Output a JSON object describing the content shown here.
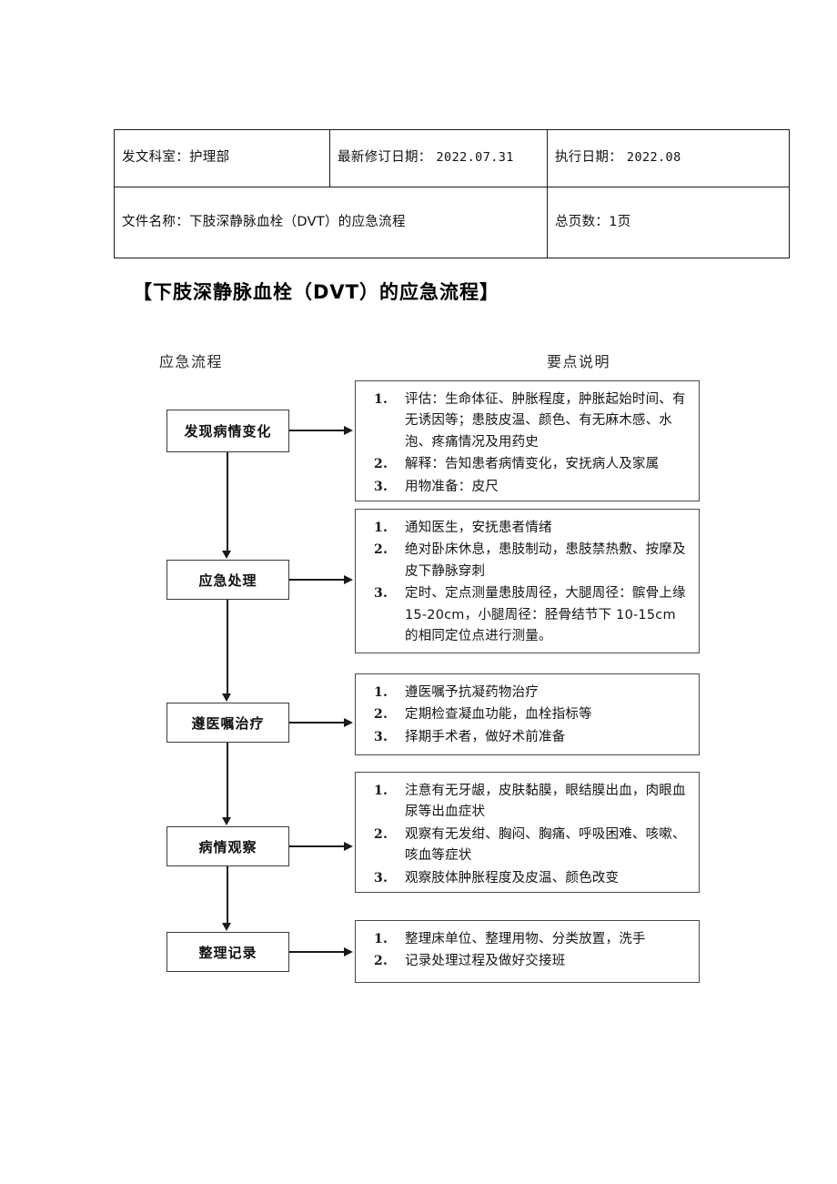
{
  "header_table": {
    "row1": {
      "dept": "发文科室：护理部",
      "revision_label": "最新修订日期：",
      "revision_date": "2022.07.31",
      "exec_label": "执行日期：",
      "exec_date": "2022.08"
    },
    "row2": {
      "file_name": "文件名称：下肢深静脉血栓（DVT）的应急流程",
      "total_pages": "总页数：1页"
    }
  },
  "title": "【下肢深静脉血栓（DVT）的应急流程】",
  "columns": {
    "flow_heading": "应急流程",
    "notes_heading": "要点说明"
  },
  "flow_steps": [
    {
      "label": "发现病情变化"
    },
    {
      "label": "应急处理"
    },
    {
      "label": "遵医嘱治疗"
    },
    {
      "label": "病情观察"
    },
    {
      "label": "整理记录"
    }
  ],
  "notes": [
    {
      "items": [
        "评估：生命体征、肿胀程度，肿胀起始时间、有无诱因等；患肢皮温、颜色、有无麻木感、水泡、疼痛情况及用药史",
        "解释：告知患者病情变化，安抚病人及家属",
        "用物准备：皮尺"
      ]
    },
    {
      "items": [
        "通知医生，安抚患者情绪",
        "绝对卧床休息，患肢制动，患肢禁热敷、按摩及皮下静脉穿刺",
        "定时、定点测量患肢周径，大腿周径：髌骨上缘 15-20cm，小腿周径：胫骨结节下 10-15cm 的相同定位点进行测量。"
      ]
    },
    {
      "items": [
        "遵医嘱予抗凝药物治疗",
        "定期检查凝血功能，血栓指标等",
        "择期手术者，做好术前准备"
      ]
    },
    {
      "items": [
        "注意有无牙龈，皮肤黏膜，眼结膜出血，肉眼血尿等出血症状",
        "观察有无发绀、胸闷、胸痛、呼吸困难、咳嗽、咳血等症状",
        "观察肢体肿胀程度及皮温、颜色改变"
      ]
    },
    {
      "items": [
        "整理床单位、整理用物、分类放置，洗手",
        "记录处理过程及做好交接班"
      ]
    }
  ],
  "list_markers": [
    "1.",
    "2.",
    "3."
  ]
}
